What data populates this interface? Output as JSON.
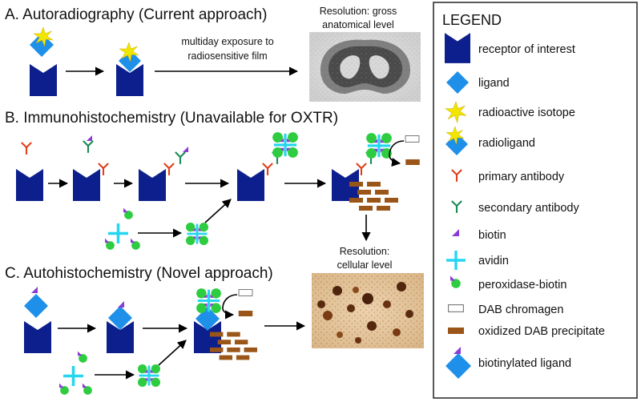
{
  "sections": {
    "a": {
      "title": "A. Autoradiography (Current approach)",
      "exposure_line1": "multiday exposure to",
      "exposure_line2": "radiosensitive film",
      "resolution_line1": "Resolution: gross",
      "resolution_line2": "anatomical level",
      "image": "brain-section-autoradiograph"
    },
    "b": {
      "title": "B. Immunohistochemistry (Unavailable for OXTR)",
      "resolution_line1": "Resolution:",
      "resolution_line2": "cellular level"
    },
    "c": {
      "title": "C. Autohistochemistry (Novel approach)",
      "image": "cellular-micrograph"
    }
  },
  "legend": {
    "title": "LEGEND",
    "items": [
      {
        "icon": "receptor-icon",
        "label": "receptor of interest"
      },
      {
        "icon": "ligand-icon",
        "label": "ligand"
      },
      {
        "icon": "radioactive-isotope-icon",
        "label": "radioactive isotope"
      },
      {
        "icon": "radioligand-icon",
        "label": "radioligand"
      },
      {
        "icon": "primary-antibody-icon",
        "label": "primary antibody"
      },
      {
        "icon": "secondary-antibody-icon",
        "label": "secondary antibody"
      },
      {
        "icon": "biotin-icon",
        "label": "biotin"
      },
      {
        "icon": "avidin-icon",
        "label": "avidin"
      },
      {
        "icon": "peroxidase-biotin-icon",
        "label": "peroxidase-biotin"
      },
      {
        "icon": "dab-chromagen-icon",
        "label": "DAB chromagen"
      },
      {
        "icon": "dab-precipitate-icon",
        "label": "oxidized DAB precipitate"
      },
      {
        "icon": "biotinylated-ligand-icon",
        "label": "biotinylated ligand"
      }
    ]
  },
  "colors": {
    "receptor": "#0d1f8c",
    "ligand": "#1e90ea",
    "isotope": "#f2e600",
    "primary_antibody": "#e0401a",
    "secondary_antibody": "#1a8a55",
    "biotin": "#8a3cd6",
    "avidin": "#25d6f0",
    "peroxidase": "#2ecc40",
    "dab_precipitate": "#9a5518"
  }
}
